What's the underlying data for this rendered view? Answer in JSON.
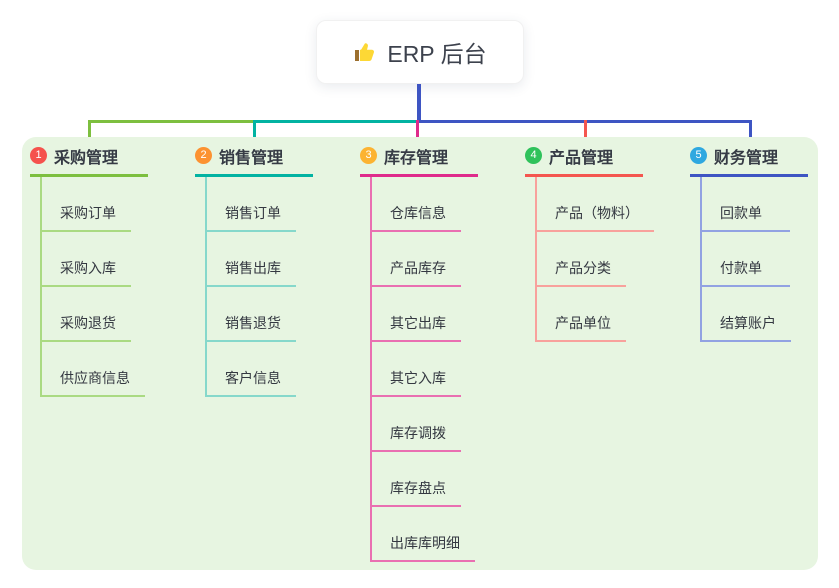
{
  "root": {
    "icon": "thumbs-up-icon",
    "title": "ERP 后台"
  },
  "branches": [
    {
      "num": "1",
      "label": "采购管理",
      "items": [
        "采购订单",
        "采购入库",
        "采购退货",
        "供应商信息"
      ],
      "line_color": "#7dbf3f",
      "sub_line_color": "#aada82",
      "badge_color": "#f5524d"
    },
    {
      "num": "2",
      "label": "销售管理",
      "items": [
        "销售订单",
        "销售出库",
        "销售退货",
        "客户信息"
      ],
      "line_color": "#02b3a2",
      "sub_line_color": "#86d8cb",
      "badge_color": "#fc9231"
    },
    {
      "num": "3",
      "label": "库存管理",
      "items": [
        "仓库信息",
        "产品库存",
        "其它出库",
        "其它入库",
        "库存调拨",
        "库存盘点",
        "出库库明细"
      ],
      "line_color": "#df2b8b",
      "sub_line_color": "#e96fb1",
      "badge_color": "#fcb332"
    },
    {
      "num": "4",
      "label": "产品管理",
      "items": [
        "产品（物料）",
        "产品分类",
        "产品单位"
      ],
      "line_color": "#f4564f",
      "sub_line_color": "#f8a19c",
      "badge_color": "#2fc25b"
    },
    {
      "num": "5",
      "label": "财务管理",
      "items": [
        "回款单",
        "付款单",
        "结算账户"
      ],
      "line_color": "#3e55c3",
      "sub_line_color": "#92a2e2",
      "badge_color": "#2fa8e0"
    }
  ],
  "colors": {
    "canvas_panel": "#e7f5e1",
    "root_stem": "#3e55c3",
    "page_background": "#ffffff"
  }
}
